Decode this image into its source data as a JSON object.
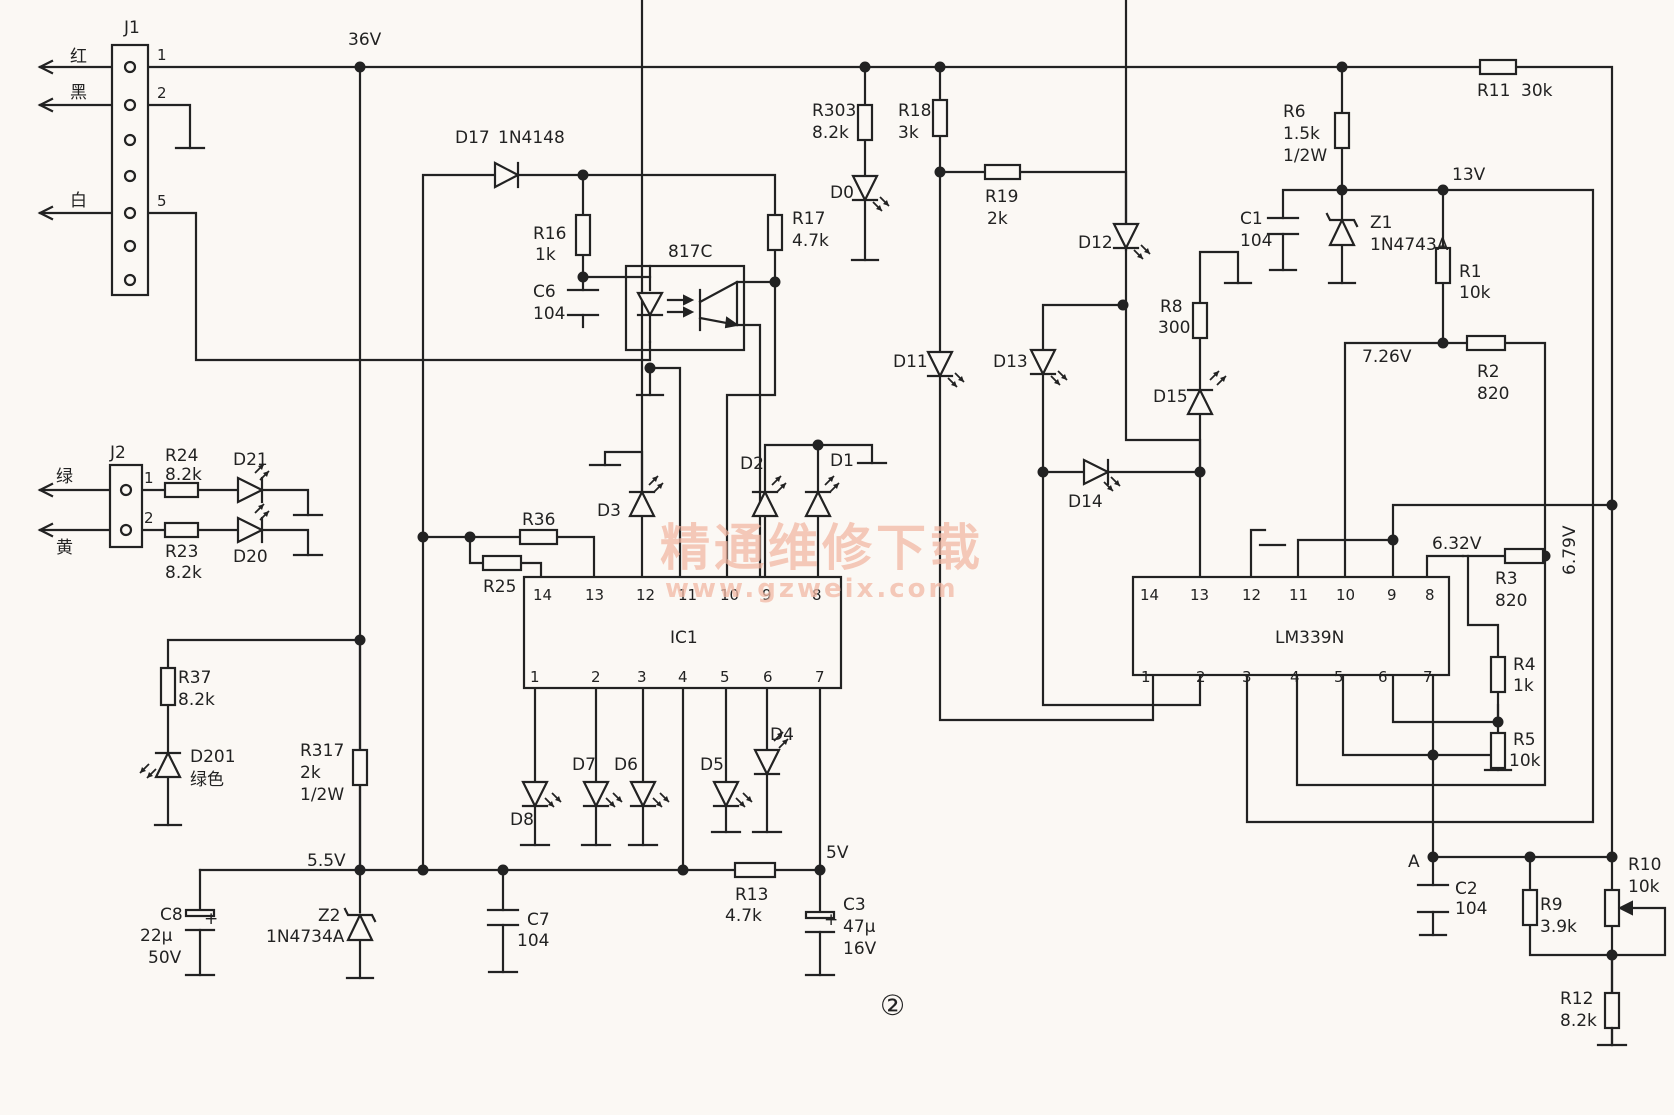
{
  "connectors": {
    "J1": {
      "name": "J1",
      "pins": [
        "1",
        "2",
        "5"
      ],
      "wires": [
        "红",
        "黑",
        "白"
      ]
    },
    "J2": {
      "name": "J2",
      "pins": [
        "1",
        "2"
      ],
      "wires": [
        "绿",
        "黄"
      ]
    }
  },
  "nets": {
    "v36": "36V",
    "v13": "13V",
    "v726": "7.26V",
    "v632": "6.32V",
    "v679": "6.79V",
    "v55": "5.5V",
    "v5": "5V",
    "nodeA": "A"
  },
  "resistors": {
    "R303": {
      "ref": "R303",
      "value": "8.2k"
    },
    "R18": {
      "ref": "R18",
      "value": "3k"
    },
    "R19": {
      "ref": "R19",
      "value": "2k"
    },
    "R16": {
      "ref": "R16",
      "value": "1k"
    },
    "R17": {
      "ref": "R17",
      "value": "4.7k"
    },
    "R6": {
      "ref": "R6",
      "value": "1.5k",
      "rating": "1/2W"
    },
    "R11": {
      "ref": "R11",
      "value": "30k"
    },
    "R1": {
      "ref": "R1",
      "value": "10k"
    },
    "R2": {
      "ref": "R2",
      "value": "820"
    },
    "R3": {
      "ref": "R3",
      "value": "820"
    },
    "R4": {
      "ref": "R4",
      "value": "1k"
    },
    "R5": {
      "ref": "R5",
      "value": "10k"
    },
    "R8": {
      "ref": "R8",
      "value": "300"
    },
    "R24": {
      "ref": "R24",
      "value": "8.2k"
    },
    "R23": {
      "ref": "R23",
      "value": "8.2k"
    },
    "R36": {
      "ref": "R36",
      "value": ""
    },
    "R25": {
      "ref": "R25",
      "value": ""
    },
    "R37": {
      "ref": "R37",
      "value": "8.2k"
    },
    "R317": {
      "ref": "R317",
      "value": "2k",
      "rating": "1/2W"
    },
    "R13": {
      "ref": "R13",
      "value": "4.7k"
    },
    "R9": {
      "ref": "R9",
      "value": "3.9k"
    },
    "R10": {
      "ref": "R10",
      "value": "10k"
    },
    "R12": {
      "ref": "R12",
      "value": "8.2k"
    }
  },
  "capacitors": {
    "C6": {
      "ref": "C6",
      "value": "104"
    },
    "C1": {
      "ref": "C1",
      "value": "104"
    },
    "C7": {
      "ref": "C7",
      "value": "104"
    },
    "C2": {
      "ref": "C2",
      "value": "104"
    },
    "C8": {
      "ref": "C8",
      "value": "22µ",
      "voltage": "50V"
    },
    "C3": {
      "ref": "C3",
      "value": "47µ",
      "voltage": "16V"
    }
  },
  "diodes": {
    "D17": {
      "ref": "D17",
      "part": "1N4148"
    },
    "Z1": {
      "ref": "Z1",
      "part": "1N4743A"
    },
    "Z2": {
      "ref": "Z2",
      "part": "1N4734A"
    },
    "D201": {
      "ref": "D201",
      "color": "绿色"
    }
  },
  "leds": [
    "D0",
    "D12",
    "D11",
    "D13",
    "D15",
    "D14",
    "D21",
    "D20",
    "D3",
    "D2",
    "D1",
    "D8",
    "D7",
    "D6",
    "D5",
    "D4"
  ],
  "optocoupler": {
    "ref": "817C"
  },
  "ic1": {
    "label": "IC1",
    "top_pins": [
      "14",
      "13",
      "12",
      "11",
      "10",
      "9",
      "8"
    ],
    "bottom_pins": [
      "1",
      "2",
      "3",
      "4",
      "5",
      "6",
      "7"
    ]
  },
  "lm339": {
    "label": "LM339N",
    "top_pins": [
      "14",
      "13",
      "12",
      "11",
      "10",
      "9",
      "8"
    ],
    "bottom_pins": [
      "1",
      "2",
      "3",
      "4",
      "5",
      "6",
      "7"
    ]
  },
  "figure_number": "②",
  "watermark": {
    "title": "精通维修下载",
    "url": "www.gzweix.com"
  }
}
